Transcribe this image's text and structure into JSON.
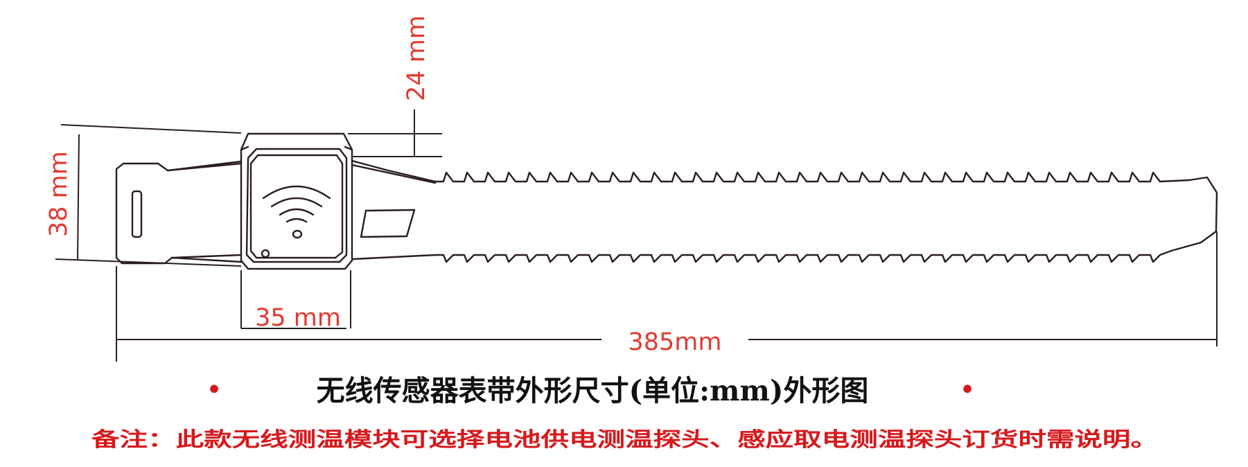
{
  "diagram": {
    "dimensions": {
      "height_sensor": "24 mm",
      "width_strap": "38 mm",
      "width_sensor": "35 mm",
      "total_length": "385mm"
    },
    "title": "无线传感器表带外形尺寸(单位:mm)外形图",
    "bullet": "•",
    "note": "备注：此款无线测温模块可选择电池供电测温探头、感应取电测温探头订货时需说明。"
  },
  "colors": {
    "dimension_text": "#e23a2e",
    "note_text": "#d7191c",
    "bullet": "#d7191c",
    "outline": "#2a1d1d"
  }
}
